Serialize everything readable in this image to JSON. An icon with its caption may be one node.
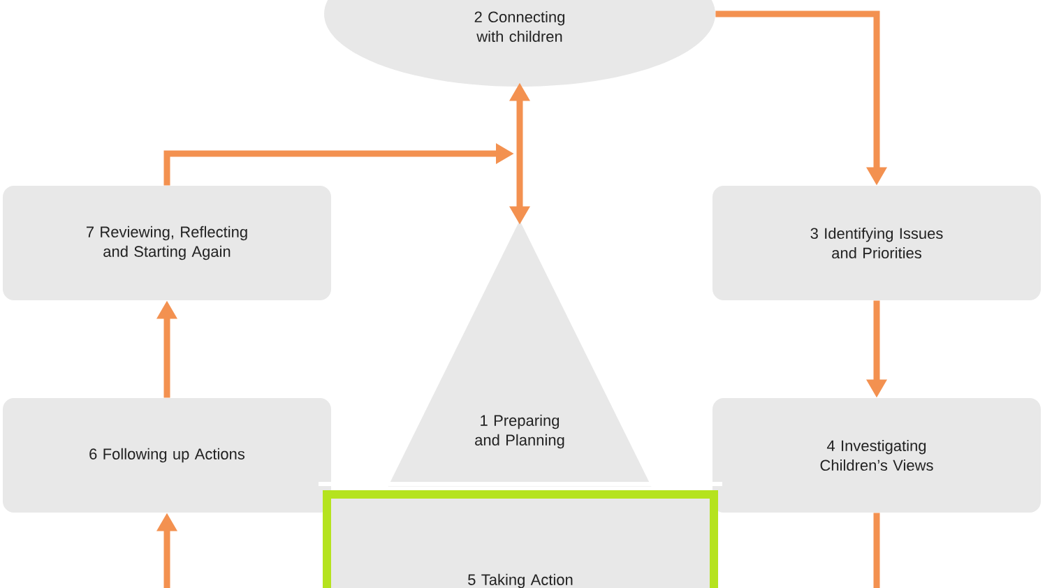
{
  "diagram": {
    "nodes": [
      {
        "text": [
          "2 Connecting with children"
        ]
      },
      {
        "text": [
          "7 Reviewing, Reflecting and Starting Again"
        ]
      },
      {
        "text": [
          "3 Identifying Issues and Priorities"
        ]
      },
      {
        "text": [
          "1 Preparing and Planning"
        ]
      },
      {
        "text": [
          "6 Following up Actions"
        ]
      },
      {
        "text": [
          "4 Investigating Children’s Views"
        ]
      },
      {
        "text": [
          "5 Taking Action"
        ]
      }
    ],
    "edges": [
      {
        "from": 0,
        "to": 2,
        "arrow": "to"
      },
      {
        "from": 3,
        "to": 0,
        "arrow": "both"
      },
      {
        "from": 1,
        "to": 0,
        "arrow": "to"
      },
      {
        "from": 2,
        "to": 5,
        "arrow": "to"
      },
      {
        "from": 4,
        "to": 1,
        "arrow": "to"
      },
      {
        "from": 5,
        "to": null,
        "arrow": "none"
      },
      {
        "from": null,
        "to": 4,
        "arrow": "to"
      }
    ]
  }
}
